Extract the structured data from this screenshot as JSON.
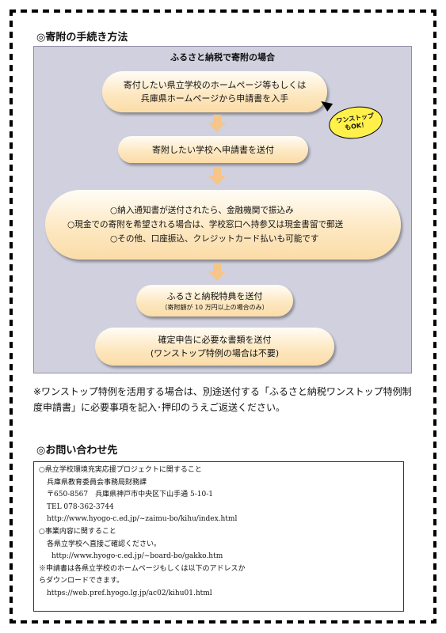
{
  "procedure": {
    "heading": "◎寄附の手続き方法",
    "panel_title": "ふるさと納税で寄附の場合",
    "steps": [
      {
        "lines": [
          "寄付したい県立学校のホームページ等もしくは",
          "兵庫県ホームページから申請書を入手"
        ]
      },
      {
        "lines": [
          "寄附したい学校へ申請書を送付"
        ]
      },
      {
        "lines": [
          "○納入通知書が送付されたら、金融機関で振込み",
          "○現金での寄附を希望される場合は、学校窓口へ持参又は現金書留で郵送",
          "○その他、口座振込、クレジットカード払いも可能です"
        ]
      },
      {
        "lines": [
          "ふるさと納税特典を送付"
        ],
        "sub": "（寄附額が 10 万円以上の場合のみ）"
      },
      {
        "lines": [
          "確定申告に必要な書類を送付",
          "(ワンストップ特例の場合は不要)"
        ]
      }
    ],
    "badge": {
      "line1": "ワンストップ",
      "line2": "もOK！",
      "color": "#fff04a"
    },
    "note": "※ワンストップ特例を活用する場合は、別途送付する「ふるさと納税ワンストップ特例制度申請書」に必要事項を記入･押印のうえご返送ください。"
  },
  "contact": {
    "heading": "◎お問い合わせ先",
    "lines": [
      "○県立学校環境充実応援プロジェクトに関すること",
      "兵庫県教育委員会事務局財務課",
      "〒650-8567　兵庫県神戸市中央区下山手通 5-10-1",
      "TEL 078-362-3744",
      "http://www.hyogo-c.ed.jp/~zaimu-bo/kihu/index.html",
      "○事業内容に関すること",
      "各県立学校へ直接ご確認ください。",
      "http://www.hyogo-c.ed.jp/~board-bo/gakko.htm",
      "※申請書は各県立学校のホームページもしくは以下のアドレスか",
      "らダウンロードできます。",
      "https://web.pref.hyogo.lg.jp/ac02/kihu01.html"
    ]
  },
  "colors": {
    "panel": "#d0d0de",
    "pill": "#fde8c2",
    "arrow": "#f6c58a",
    "badge": "#fff04a"
  }
}
